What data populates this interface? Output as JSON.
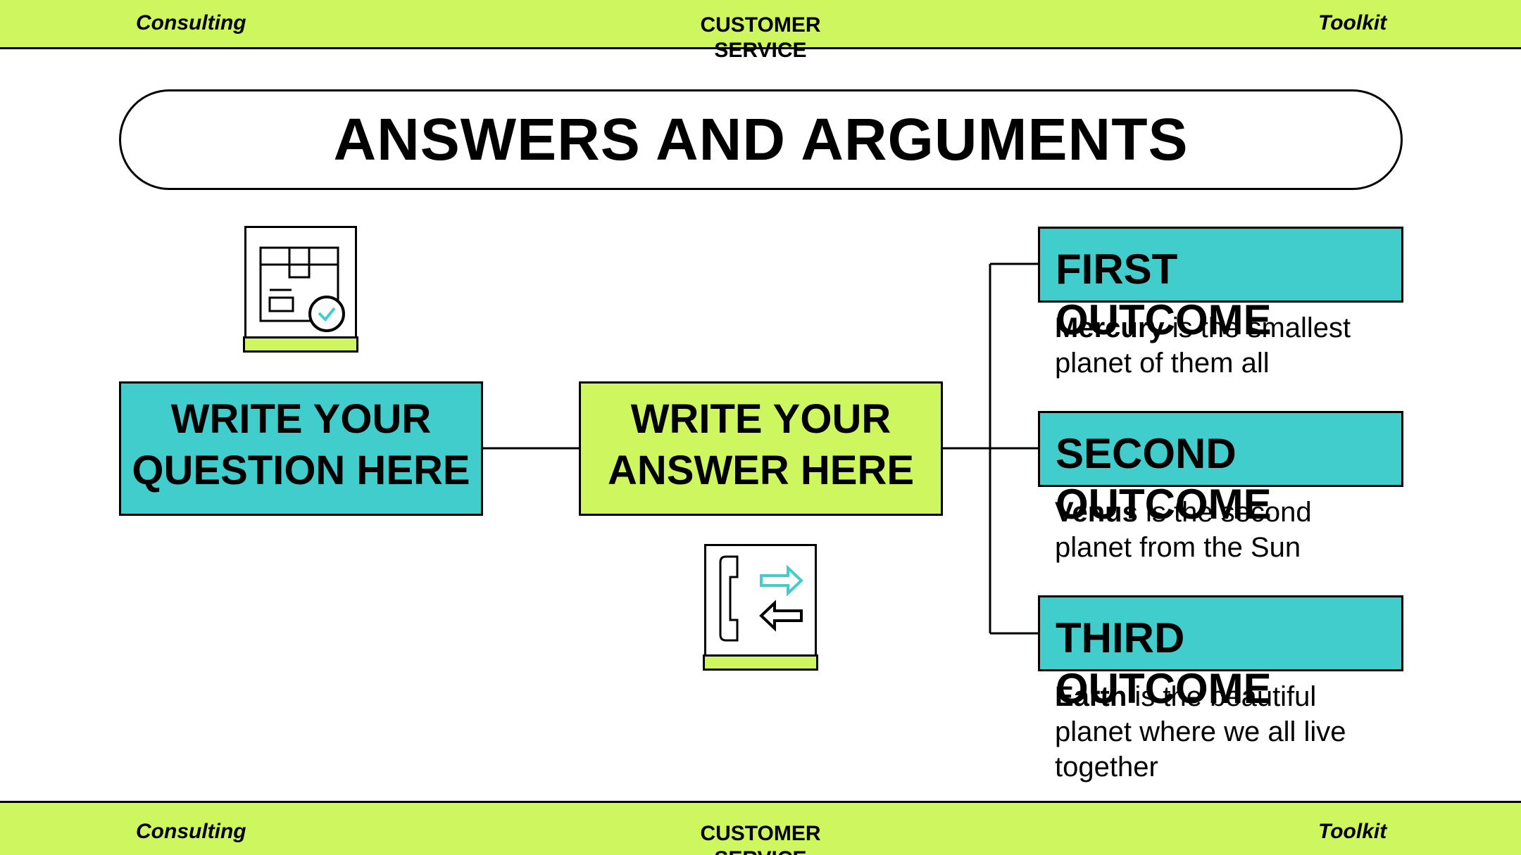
{
  "header": {
    "left": "Consulting",
    "center": "CUSTOMER SERVICE",
    "right": "Toolkit"
  },
  "footer": {
    "left": "Consulting",
    "center": "CUSTOMER SERVICE",
    "right": "Toolkit"
  },
  "title": "ANSWERS AND ARGUMENTS",
  "question_box": {
    "label": "WRITE YOUR QUESTION HERE"
  },
  "answer_box": {
    "label": "WRITE YOUR ANSWER HERE"
  },
  "icons": {
    "question": "package-check-icon",
    "answer": "phone-transfer-icon"
  },
  "outcomes": [
    {
      "title": "FIRST OUTCOME",
      "bold": "Mercury",
      "text": " is the smallest planet of them all"
    },
    {
      "title": "SECOND OUTCOME",
      "bold": "Venus",
      "text": " is the second planet from the Sun"
    },
    {
      "title": "THIRD OUTCOME",
      "bold": "Earth",
      "text": " is the beautiful planet where we all live together"
    }
  ],
  "colors": {
    "lime": "#cef75f",
    "teal": "#42cdcd",
    "ink": "#000000"
  }
}
